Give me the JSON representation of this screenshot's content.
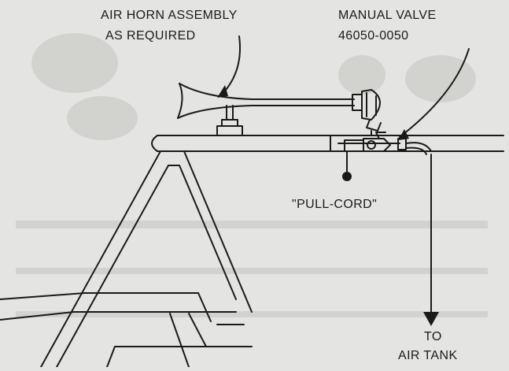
{
  "labels": {
    "air_horn_line1": "AIR HORN ASSEMBLY",
    "air_horn_line2": "AS REQUIRED",
    "valve_line1": "MANUAL VALVE",
    "valve_line2": "46050-0050",
    "pull_cord": "\"PULL-CORD\"",
    "to_line1": "TO",
    "to_line2": "AIR TANK"
  },
  "colors": {
    "background": "#e4e4e2",
    "ink": "#1a1a1a",
    "ghost": "#cfcfcc"
  }
}
